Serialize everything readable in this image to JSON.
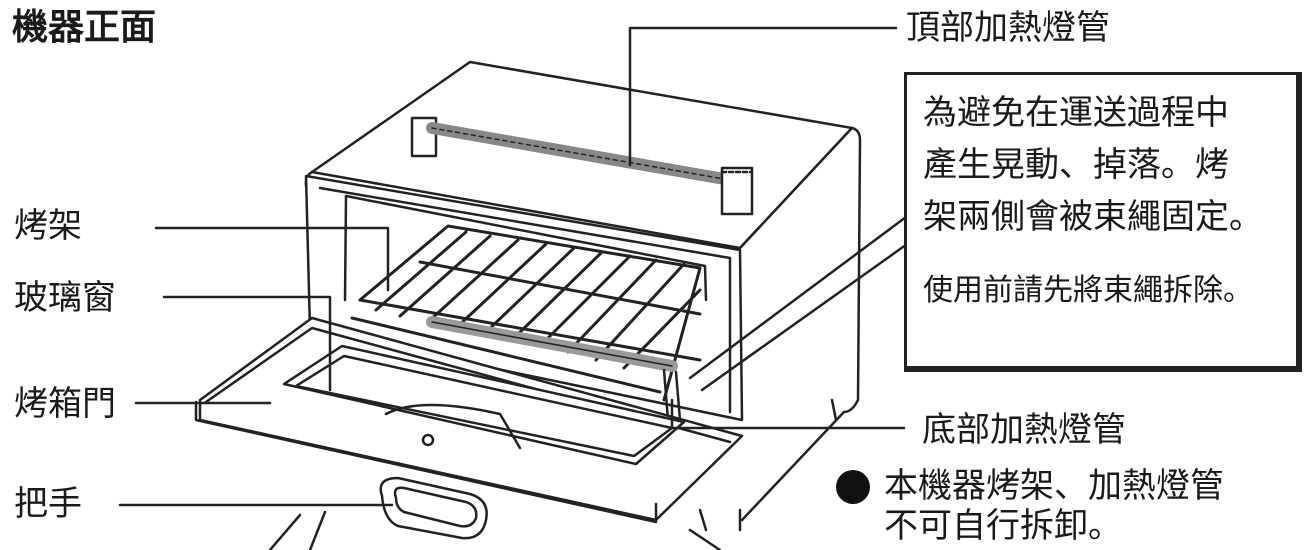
{
  "title": "機器正面",
  "labels": {
    "top_heater": "頂部加熱燈管",
    "rack": "烤架",
    "glass_window": "玻璃窗",
    "oven_door": "烤箱門",
    "handle": "把手",
    "bottom_heater": "底部加熱燈管"
  },
  "note_box": {
    "lines": [
      "為避免在運送過程中",
      "產生晃動、掉落。烤",
      "架兩側會被束繩固定。"
    ],
    "remove_note": "使用前請先將束繩拆除。"
  },
  "warning": {
    "lines": [
      "本機器烤架、加熱燈管",
      "不可自行拆卸。"
    ]
  }
}
